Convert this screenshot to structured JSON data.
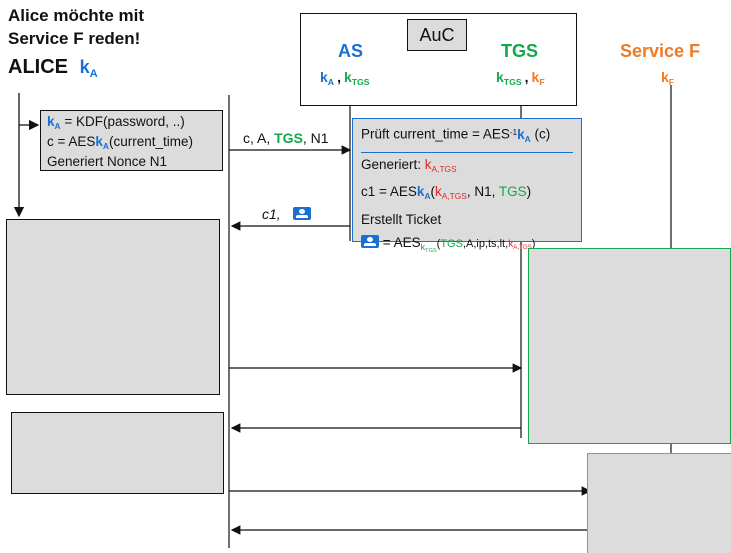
{
  "heading": {
    "line1": "Alice möchte mit",
    "line2": "Service F reden!"
  },
  "alice": {
    "name": "ALICE",
    "key_base": "k",
    "key_sub": "A"
  },
  "auc": {
    "title": "AuC",
    "as_label": "AS",
    "as_keys": {
      "k": "k",
      "a": "A",
      "sep": ",",
      "tgs": "TGS"
    },
    "tgs_label": "TGS",
    "tgs_keys": {
      "k": "k",
      "tgs": "TGS",
      "sep": ",",
      "f": "F"
    }
  },
  "service": {
    "label": "Service F",
    "key_base": "k",
    "key_sub": "F"
  },
  "alice_box": {
    "line1_suffix": "= KDF(password, ..)",
    "line2_prefix": "c = AES",
    "line2_suffix": "(current_time)",
    "line3": "Generiert Nonce N1"
  },
  "message1": {
    "pre": "c, A,",
    "tgs": "TGS",
    "post": ", N1"
  },
  "message2": {
    "c1": "c1,"
  },
  "as_box": {
    "line1_prefix": "Prüft current_time = AES",
    "line1_sup": "-1",
    "line1_suffix": "(c)",
    "line2_prefix": "Generiert:",
    "line2_key": "k",
    "line2_sub": "A,TGS",
    "line3_prefix": "c1 = AES",
    "line3_open": "(",
    "line3_key_sub": "A,TGS",
    "line3_mid": ", N1,",
    "line3_tgs": "TGS",
    "line3_close": ")",
    "line4": "Erstellt Ticket",
    "line5_eq": "= AES",
    "line5_open": "(",
    "line5_tgs": "TGS",
    "line5_mid": ",A,ip,ts,lt,",
    "line5_key_sub": "A,TGS",
    "line5_close": ")"
  }
}
